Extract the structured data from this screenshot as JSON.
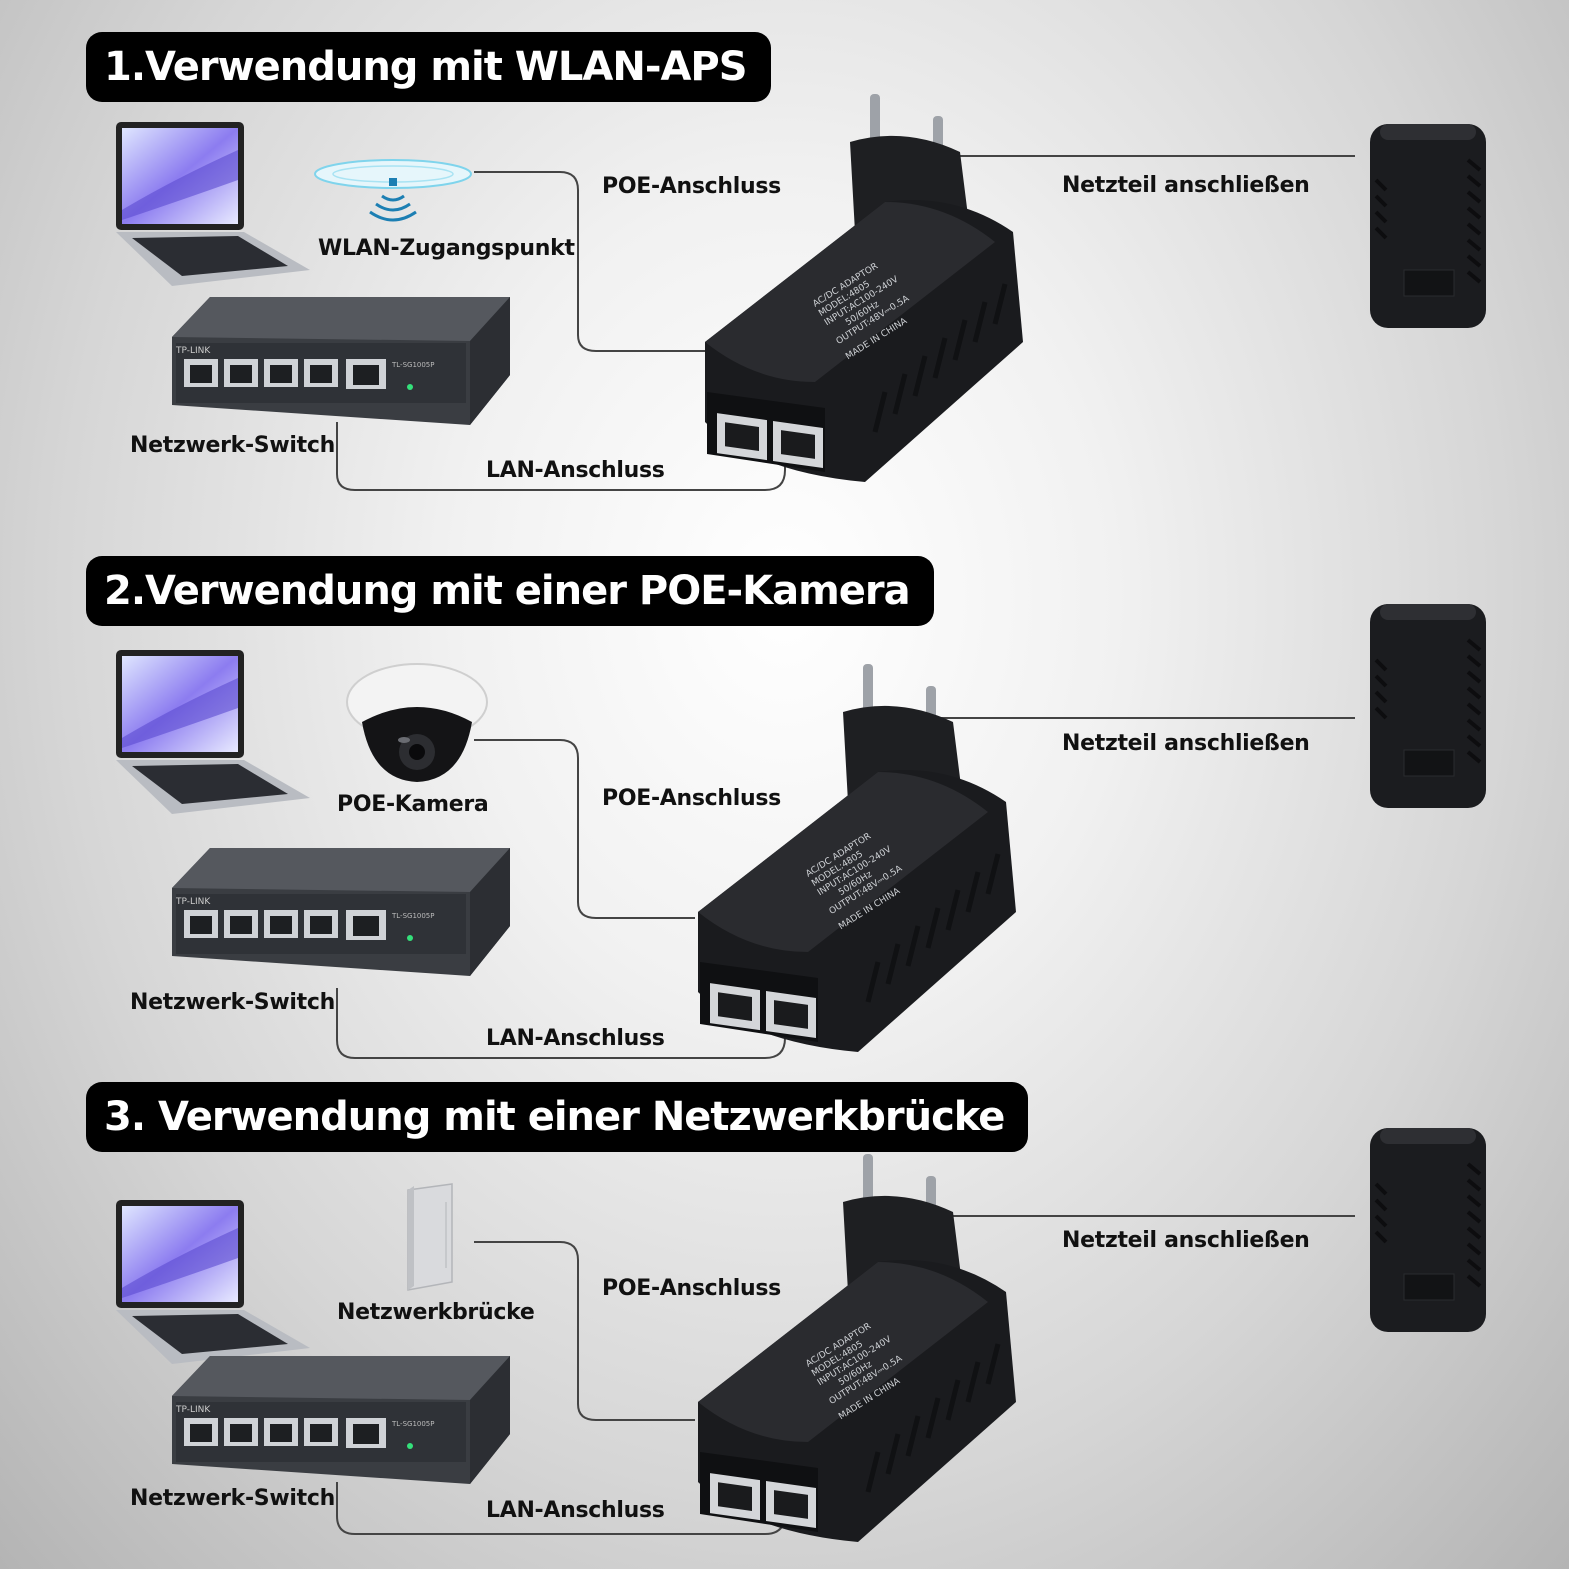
{
  "sections": [
    {
      "title": "1.Verwendung mit WLAN-APS",
      "device_label": "WLAN-Zugangspunkt",
      "device_icon": "wifi-access-point-icon",
      "poe_label": "POE-Anschluss",
      "power_label": "Netzteil anschließen",
      "switch_label": "Netzwerk-Switch",
      "lan_label": "LAN-Anschluss"
    },
    {
      "title": "2.Verwendung mit einer POE-Kamera",
      "device_label": "POE-Kamera",
      "device_icon": "dome-camera-icon",
      "poe_label": "POE-Anschluss",
      "power_label": "Netzteil anschließen",
      "switch_label": "Netzwerk-Switch",
      "lan_label": "LAN-Anschluss"
    },
    {
      "title": "3. Verwendung mit einer Netzwerkbrücke",
      "device_label": "Netzwerkbrücke",
      "device_icon": "network-bridge-icon",
      "poe_label": "POE-Anschluss",
      "power_label": "Netzteil anschließen",
      "switch_label": "Netzwerk-Switch",
      "lan_label": "LAN-Anschluss"
    }
  ],
  "adapter": {
    "label_lines": [
      "AC/DC ADAPTOR",
      "MODEL:4805",
      "INPUT:AC100-240V",
      "50/60Hz",
      "OUTPUT:48V⎓0.5A",
      "MADE IN CHINA"
    ]
  },
  "switch": {
    "brand": "TP-LINK",
    "model": "TL-SG1005P"
  }
}
